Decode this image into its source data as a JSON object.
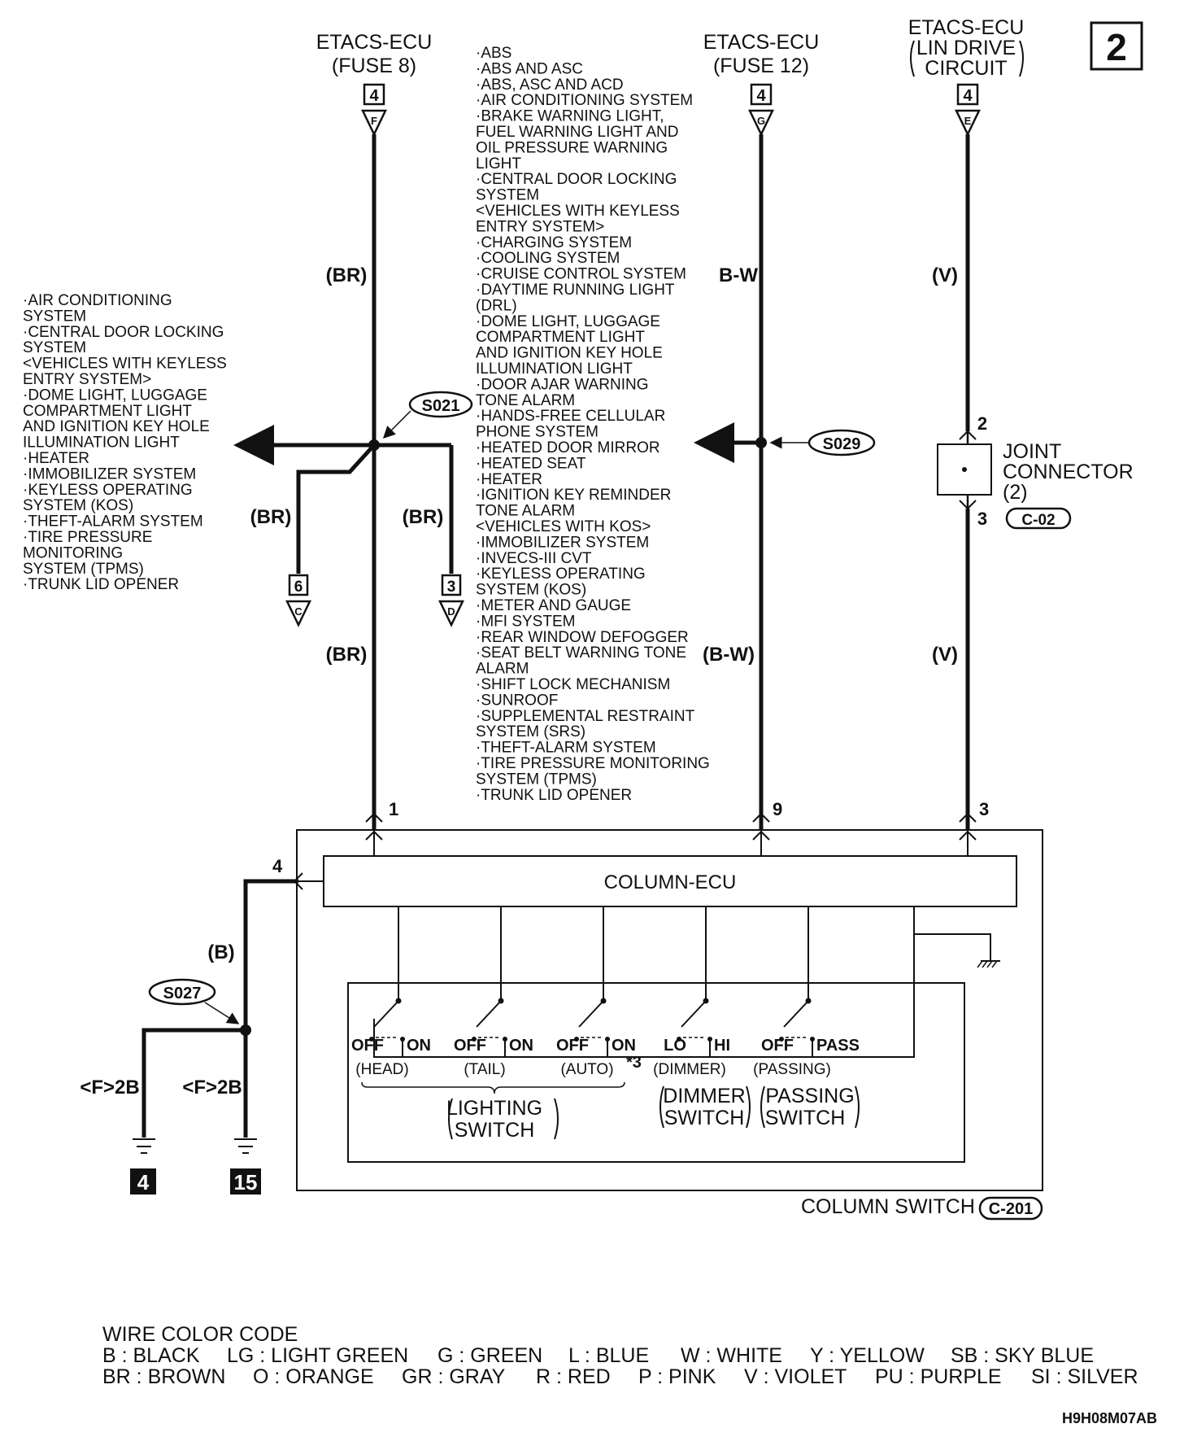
{
  "page_number": "2",
  "diagram_code": "H9H08M07AB",
  "connectors": {
    "fuse8": {
      "line1": "ETACS-ECU",
      "line2": "(FUSE 8)",
      "pin": "4",
      "letter": "F",
      "wire": "(BR)",
      "end_pin": "1"
    },
    "fuse12": {
      "line1": "ETACS-ECU",
      "line2": "(FUSE 12)",
      "pin": "4",
      "letter": "G",
      "wire": "B-W",
      "wire2": "(B-W)",
      "end_pin": "9"
    },
    "lin": {
      "line1": "ETACS-ECU",
      "line2": "LIN DRIVE",
      "line3": "CIRCUIT",
      "pin": "4",
      "letter": "E",
      "wire": "(V)",
      "wire2": "(V)",
      "end_pin": "3"
    }
  },
  "splices": {
    "s021": "S021",
    "s029": "S029",
    "s027": "S027"
  },
  "branches": {
    "c_pin": "6",
    "c_letter": "C",
    "c_wire": "(BR)",
    "d_pin": "3",
    "d_letter": "D",
    "d_wire": "(BR)",
    "br_lower": "(BR)"
  },
  "joint": {
    "line1": "JOINT",
    "line2": "CONNECTOR",
    "line3": "(2)",
    "pin_top": "2",
    "pin_bottom": "3",
    "code": "C-02"
  },
  "left_systems": [
    "·AIR CONDITIONING",
    " SYSTEM",
    "·CENTRAL DOOR LOCKING",
    " SYSTEM",
    " <VEHICLES WITH KEYLESS",
    " ENTRY SYSTEM>",
    "·DOME LIGHT, LUGGAGE",
    " COMPARTMENT LIGHT",
    " AND IGNITION KEY HOLE",
    " ILLUMINATION LIGHT",
    "·HEATER",
    "·IMMOBILIZER SYSTEM",
    "·KEYLESS OPERATING",
    " SYSTEM (KOS)",
    "·THEFT-ALARM SYSTEM",
    "·TIRE PRESSURE",
    " MONITORING",
    " SYSTEM (TPMS)",
    "·TRUNK LID OPENER"
  ],
  "center_systems": [
    "·ABS",
    "·ABS AND ASC",
    "·ABS, ASC AND ACD",
    "·AIR CONDITIONING SYSTEM",
    "·BRAKE WARNING LIGHT,",
    " FUEL WARNING LIGHT AND",
    " OIL PRESSURE WARNING",
    " LIGHT",
    "·CENTRAL DOOR LOCKING",
    " SYSTEM",
    " <VEHICLES WITH KEYLESS",
    " ENTRY SYSTEM>",
    "·CHARGING SYSTEM",
    "·COOLING SYSTEM",
    "·CRUISE CONTROL SYSTEM",
    "·DAYTIME RUNNING LIGHT",
    " (DRL)",
    "·DOME LIGHT, LUGGAGE",
    " COMPARTMENT LIGHT",
    " AND IGNITION KEY HOLE",
    " ILLUMINATION LIGHT",
    "·DOOR AJAR WARNING",
    " TONE ALARM",
    "·HANDS-FREE CELLULAR",
    " PHONE SYSTEM",
    "·HEATED DOOR MIRROR",
    "·HEATED SEAT",
    "·HEATER",
    "·IGNITION KEY REMINDER",
    " TONE ALARM",
    " <VEHICLES WITH KOS>",
    "·IMMOBILIZER SYSTEM",
    "·INVECS-III CVT",
    "·KEYLESS OPERATING",
    " SYSTEM (KOS)",
    "·METER AND GAUGE",
    "·MFI SYSTEM",
    "·REAR WINDOW DEFOGGER",
    "·SEAT BELT WARNING TONE",
    " ALARM",
    "·SHIFT LOCK MECHANISM",
    "·SUNROOF",
    "·SUPPLEMENTAL RESTRAINT",
    " SYSTEM (SRS)",
    "·THEFT-ALARM SYSTEM",
    "·TIRE PRESSURE MONITORING",
    " SYSTEM (TPMS)",
    "·TRUNK LID OPENER"
  ],
  "column_switch": {
    "ecu_label": "COLUMN-ECU",
    "name": "COLUMN SWITCH",
    "code": "C-201",
    "ground_pin": "4",
    "ground_wire": "(B)"
  },
  "switches": [
    {
      "off": "OFF",
      "on": "ON",
      "name": "(HEAD)"
    },
    {
      "off": "OFF",
      "on": "ON",
      "name": "(TAIL)"
    },
    {
      "off": "OFF",
      "on": "ON",
      "name": "(AUTO)",
      "note": "*3"
    },
    {
      "off": "LO",
      "on": "HI",
      "name": "(DIMMER)"
    },
    {
      "off": "OFF",
      "on": "PASS",
      "name": "(PASSING)"
    }
  ],
  "switch_groups": {
    "lighting": [
      "LIGHTING",
      "SWITCH"
    ],
    "dimmer": [
      "DIMMER",
      "SWITCH"
    ],
    "passing": [
      "PASSING",
      "SWITCH"
    ]
  },
  "grounds": [
    {
      "label": "<F>2B",
      "number": "4"
    },
    {
      "label": "<F>2B",
      "number": "15"
    }
  ],
  "legend": {
    "title": "WIRE COLOR CODE",
    "row1": [
      "B : BLACK",
      "LG : LIGHT GREEN",
      "G : GREEN",
      "L : BLUE",
      "W : WHITE",
      "Y : YELLOW",
      "SB : SKY BLUE"
    ],
    "row2": [
      "BR : BROWN",
      "O : ORANGE",
      "GR : GRAY",
      "R : RED",
      "P : PINK",
      "V : VIOLET",
      "PU : PURPLE",
      "SI : SILVER"
    ]
  }
}
